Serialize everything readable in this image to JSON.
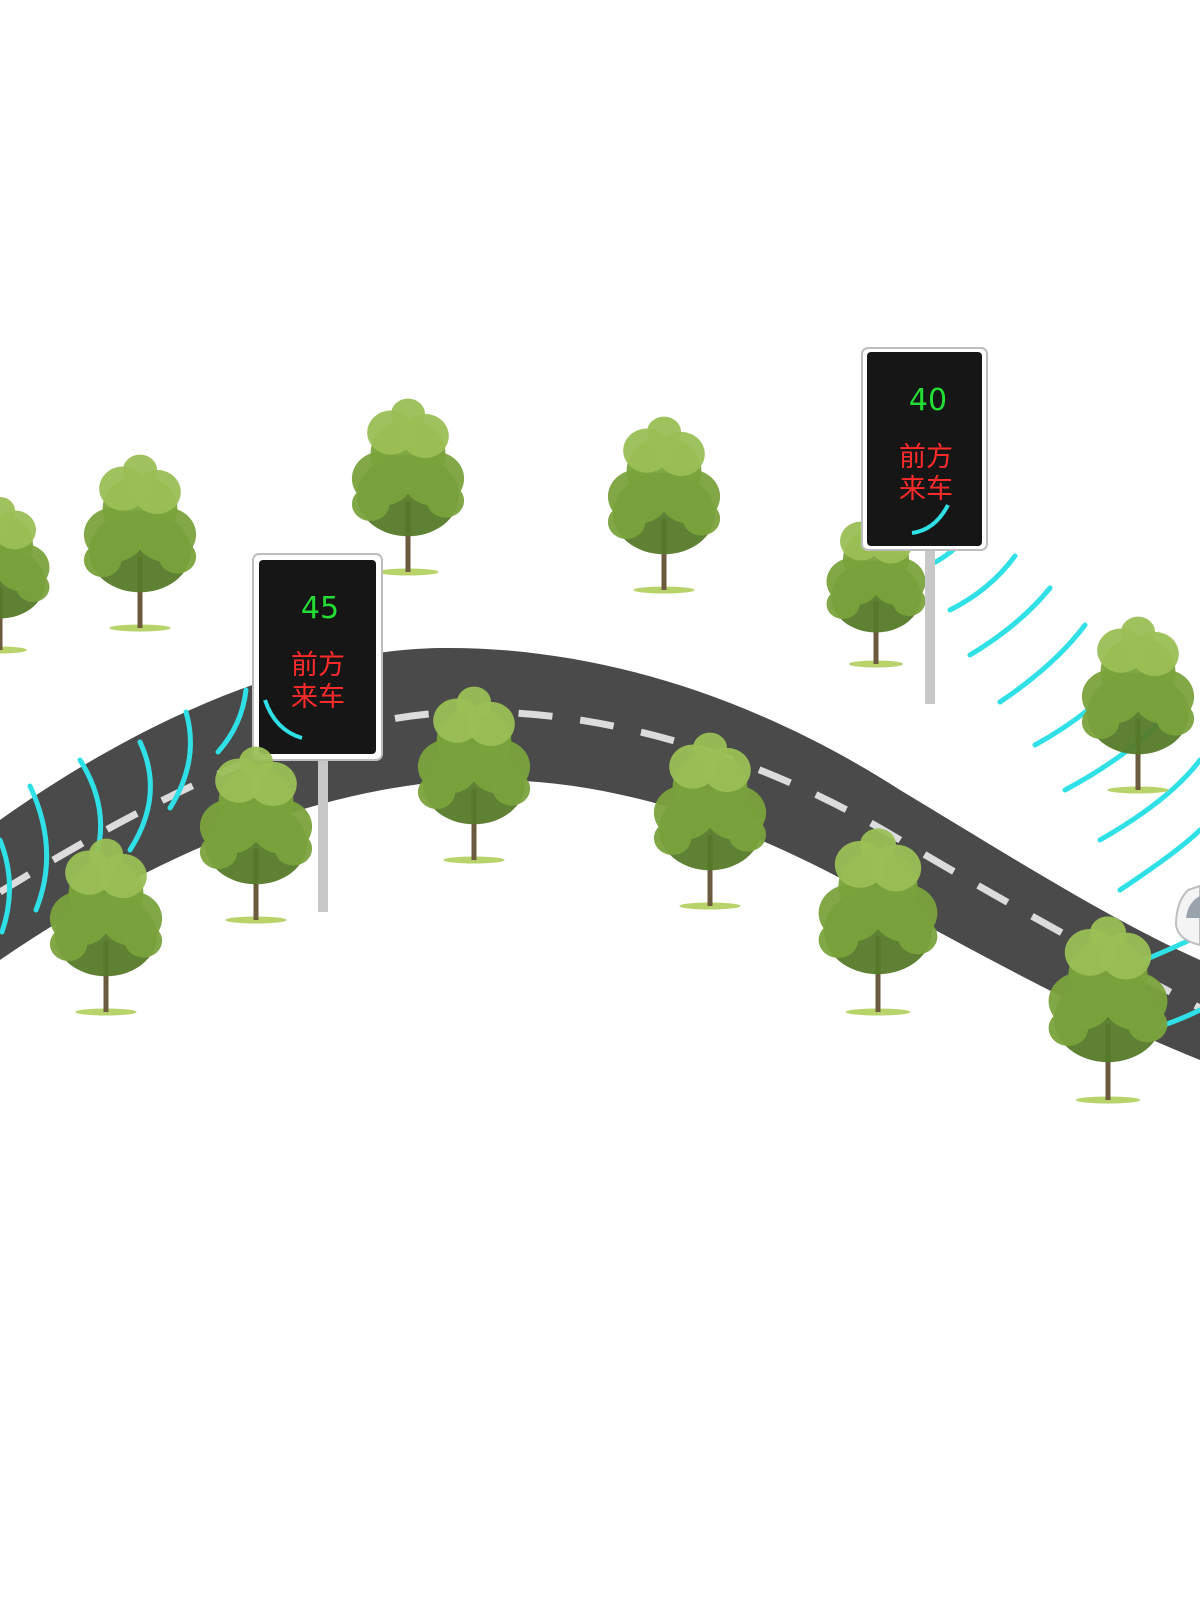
{
  "scene": {
    "description_role": "curved road warning system",
    "colors": {
      "background": "#ffffff",
      "road": "#4a4a4a",
      "lane_marking": "#dcdcdc",
      "sign_face": "#161616",
      "sign_border": "#ffffff",
      "speed_text": "#22dd33",
      "warning_text": "#ff2a2a",
      "pole": "#c8c8c8",
      "radar_wave": "#2fe0e6",
      "tree_foliage": "#7aa23c",
      "tree_foliage_light": "#9bbf55",
      "tree_foliage_dark": "#557a28",
      "tree_trunk": "#6b5a3e",
      "grass": "#b9d36b"
    }
  },
  "signs": [
    {
      "id": "sign-left",
      "speed": "45",
      "warning_line1": "前方",
      "warning_line2": "来车"
    },
    {
      "id": "sign-right",
      "speed": "40",
      "warning_line1": "前方",
      "warning_line2": "来车"
    }
  ],
  "icons": {
    "tree": "tree-icon",
    "car": "car-icon",
    "radar": "radar-wave-icon"
  }
}
